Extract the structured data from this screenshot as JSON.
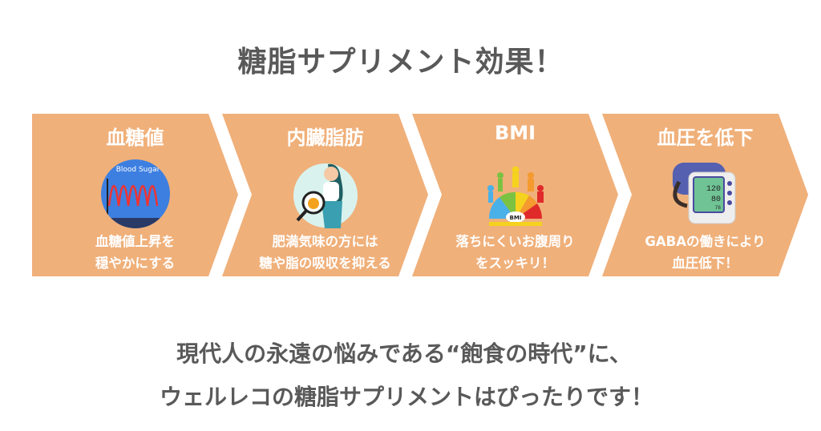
{
  "title": "糖脂サプリメント効果！",
  "accent_color": "#F0B07A",
  "cards": [
    {
      "heading": "血糖値",
      "icon": "blood-sugar-chart-icon",
      "line1": "血糖値上昇を",
      "line2": "穏やかにする",
      "icon_text": "Blood Sugar"
    },
    {
      "heading": "内臓脂肪",
      "icon": "woman-magnifier-fat-icon",
      "line1": "肥満気味の方には",
      "line2": "糖や脂の吸収を抑える"
    },
    {
      "heading": "BMI",
      "icon": "bmi-gauge-icon",
      "line1": "落ちにくいお腹周り",
      "line2": "をスッキリ！",
      "icon_text": "BMI"
    },
    {
      "heading": "血圧を低下",
      "icon": "blood-pressure-monitor-icon",
      "line1": "GABAの働きにより",
      "line2": "血圧低下！",
      "icon_values": [
        "120",
        "80",
        "76"
      ]
    }
  ],
  "bottom": {
    "line1": "現代人の永遠の悩みである“飽食の時代”に、",
    "line2": "ウェルレコの糖脂サプリメントはぴったりです！"
  }
}
